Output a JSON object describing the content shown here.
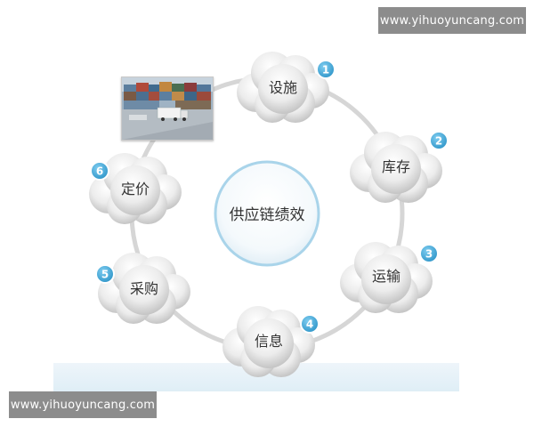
{
  "watermarks": {
    "top": "www.yihuoyuncang.com",
    "bottom": "www.yihuoyuncang.com"
  },
  "diagram": {
    "center_label": "供应链绩效",
    "nodes": [
      {
        "number": "1",
        "label": "设施"
      },
      {
        "number": "2",
        "label": "库存"
      },
      {
        "number": "3",
        "label": "运输"
      },
      {
        "number": "4",
        "label": "信息"
      },
      {
        "number": "5",
        "label": "采购"
      },
      {
        "number": "6",
        "label": "定价"
      }
    ],
    "colors": {
      "ring": "#d6d6d6",
      "badge": "#3fa7d6",
      "center_border": "#a9d4ea",
      "cloud_light": "#ffffff",
      "cloud_dark": "#c8c8c8"
    },
    "photo_icon": "container-yard-photo"
  }
}
